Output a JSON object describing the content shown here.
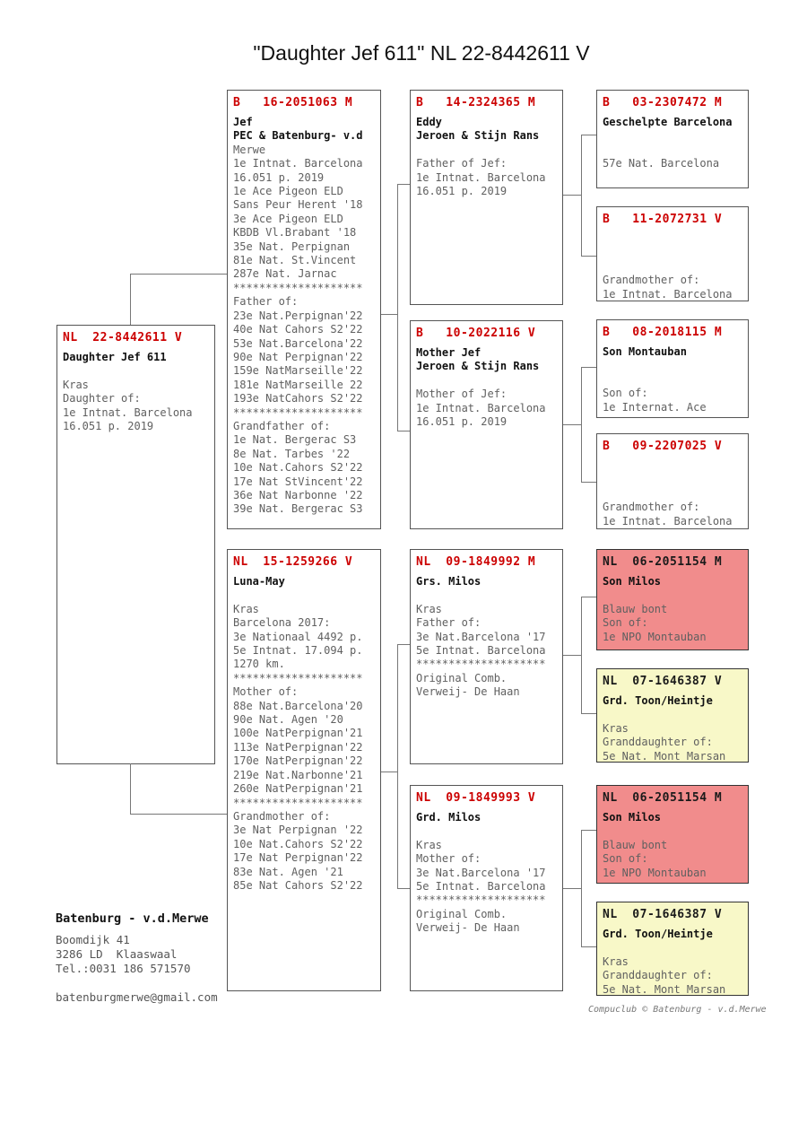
{
  "title": "\"Daughter Jef 611\"  NL  22-8442611 V",
  "colors": {
    "ring_red": "#cc0000",
    "pink_box": "#f18c8c",
    "yellow_box": "#f8f8c8",
    "body_gray": "#606060"
  },
  "boxes": {
    "subject": {
      "ring": "NL  22-8442611 V",
      "names": [
        "Daughter Jef 611"
      ],
      "lines": [
        "",
        "Kras",
        "Daughter of:",
        "1e Intnat. Barcelona",
        "16.051 p. 2019"
      ]
    },
    "jef": {
      "ring": "B   16-2051063 M",
      "names": [
        "Jef",
        "PEC & Batenburg- v.d"
      ],
      "lines": [
        "Merwe",
        "1e Intnat. Barcelona",
        "16.051 p. 2019",
        "1e Ace Pigeon ELD",
        "Sans Peur Herent '18",
        "3e Ace Pigeon ELD",
        "KBDB Vl.Brabant '18",
        "35e Nat. Perpignan",
        "81e Nat. St.Vincent",
        "287e Nat. Jarnac",
        "********************",
        "Father of:",
        "23e Nat.Perpignan'22",
        "40e Nat Cahors S2'22",
        "53e Nat.Barcelona'22",
        "90e Nat Perpignan'22",
        "159e NatMarseille'22",
        "181e NatMarseille 22",
        "193e NatCahors S2'22",
        "********************",
        "Grandfather of:",
        "1e Nat. Bergerac S3",
        "8e Nat. Tarbes '22",
        "10e Nat.Cahors S2'22",
        "17e Nat StVincent'22",
        "36e Nat Narbonne '22",
        "39e Nat. Bergerac S3"
      ]
    },
    "luna": {
      "ring": "NL  15-1259266 V",
      "names": [
        "Luna-May"
      ],
      "lines": [
        "",
        "Kras",
        "Barcelona 2017:",
        "3e Nationaal 4492 p.",
        "5e Intnat. 17.094 p.",
        "1270 km.",
        "********************",
        "Mother of:",
        "88e Nat.Barcelona'20",
        "90e Nat. Agen '20",
        "100e NatPerpignan'21",
        "113e NatPerpignan'22",
        "170e NatPerpignan'22",
        "219e Nat.Narbonne'21",
        "260e NatPerpignan'21",
        "********************",
        "Grandmother of:",
        "3e Nat Perpignan '22",
        "10e Nat.Cahors S2'22",
        "17e Nat Perpignan'22",
        "83e Nat. Agen '21",
        "85e Nat Cahors S2'22"
      ]
    },
    "eddy": {
      "ring": "B   14-2324365 M",
      "names": [
        "Eddy",
        "Jeroen & Stijn Rans"
      ],
      "lines": [
        "",
        "Father of Jef:",
        "1e Intnat. Barcelona",
        "16.051 p. 2019"
      ]
    },
    "motherjef": {
      "ring": "B   10-2022116 V",
      "names": [
        "Mother Jef",
        "Jeroen & Stijn Rans"
      ],
      "lines": [
        "",
        "Mother of Jef:",
        "1e Intnat. Barcelona",
        "16.051 p. 2019"
      ]
    },
    "grsmilos": {
      "ring": "NL  09-1849992 M",
      "names": [
        "Grs. Milos"
      ],
      "lines": [
        "",
        "Kras",
        "Father of:",
        "3e Nat.Barcelona '17",
        "5e Intnat. Barcelona",
        "********************",
        "Original Comb.",
        "Verweij- De Haan"
      ]
    },
    "grdmilos": {
      "ring": "NL  09-1849993 V",
      "names": [
        "Grd. Milos"
      ],
      "lines": [
        "",
        "Kras",
        "Mother of:",
        "3e Nat.Barcelona '17",
        "5e Intnat. Barcelona",
        "********************",
        "Original Comb.",
        "Verweij- De Haan"
      ]
    },
    "b03": {
      "ring": "B   03-2307472 M",
      "names": [
        "Geschelpte Barcelona"
      ],
      "lines": [
        "",
        "",
        "57e Nat. Barcelona"
      ]
    },
    "b11": {
      "ring": "B   11-2072731 V",
      "names": [],
      "lines": [
        "",
        "",
        "",
        "Grandmother of:",
        "1e Intnat. Barcelona"
      ]
    },
    "b08": {
      "ring": "B   08-2018115 M",
      "names": [
        "Son Montauban"
      ],
      "lines": [
        "",
        "",
        "Son of:",
        "1e Internat. Ace"
      ]
    },
    "b09": {
      "ring": "B   09-2207025 V",
      "names": [],
      "lines": [
        "",
        "",
        "",
        "Grandmother of:",
        "1e Intnat. Barcelona"
      ]
    },
    "pink1": {
      "ring": "NL  06-2051154 M",
      "names": [
        "Son Milos"
      ],
      "lines": [
        "",
        "Blauw bont",
        "Son of:",
        "1e NPO Montauban"
      ]
    },
    "yellow1": {
      "ring": "NL  07-1646387 V",
      "names": [
        "Grd. Toon/Heintje"
      ],
      "lines": [
        "",
        "Kras",
        "Granddaughter of:",
        "5e Nat. Mont Marsan"
      ]
    },
    "pink2": {
      "ring": "NL  06-2051154 M",
      "names": [
        "Son Milos"
      ],
      "lines": [
        "",
        "Blauw bont",
        "Son of:",
        "1e NPO Montauban"
      ]
    },
    "yellow2": {
      "ring": "NL  07-1646387 V",
      "names": [
        "Grd. Toon/Heintje"
      ],
      "lines": [
        "",
        "Kras",
        "Granddaughter of:",
        "5e Nat. Mont Marsan"
      ]
    }
  },
  "contact": {
    "name": "Batenburg - v.d.Merwe",
    "address1": "Boomdijk 41",
    "address2": "3286 LD  Klaaswaal",
    "phone": "Tel.:0031 186 571570",
    "email": "batenburgmerwe@gmail.com"
  },
  "footer": "Compuclub © Batenburg - v.d.Merwe"
}
